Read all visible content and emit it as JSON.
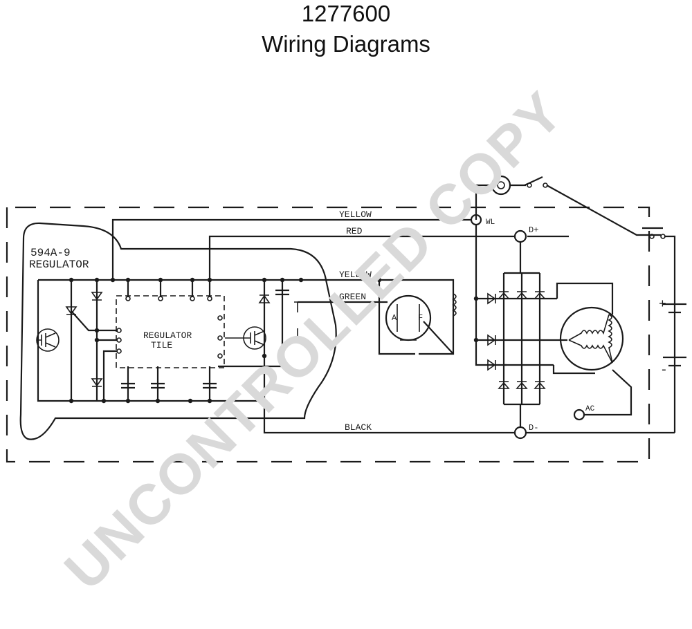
{
  "header": {
    "part_number": "1277600",
    "title": "Wiring Diagrams"
  },
  "watermark": {
    "text": "UNCONTROLLED COPY",
    "color": "#d9d9d9"
  },
  "diagram": {
    "regulator_label_line1": "594A-9",
    "regulator_label_line2": "REGULATOR",
    "tile_label_line1": "REGULATOR",
    "tile_label_line2": "TILE",
    "wires": {
      "yellow_top": "YELLOW",
      "red": "RED",
      "yellow_mid": "YELLOW",
      "green": "GREEN",
      "black": "BLACK"
    },
    "terminals": {
      "wl": "WL",
      "d_plus": "D+",
      "d_minus": "D-",
      "ac": "AC",
      "field_a": "A",
      "field_f": "F"
    },
    "battery": {
      "plus": "+",
      "minus": "-"
    }
  }
}
